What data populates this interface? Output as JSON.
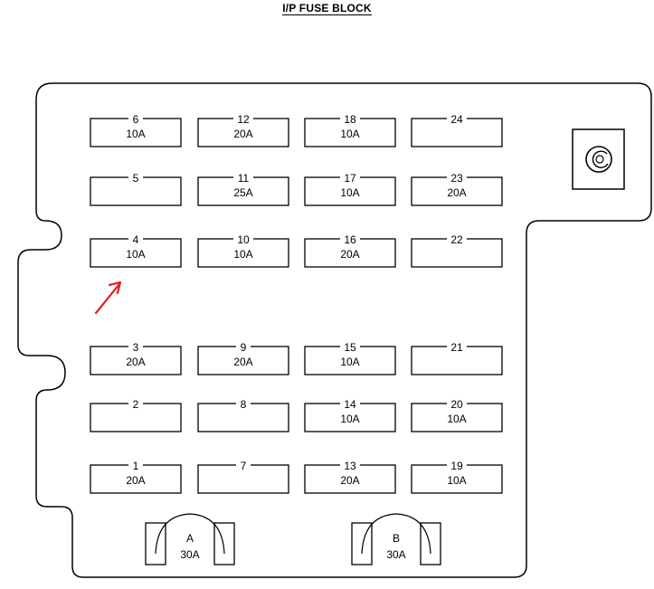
{
  "title": "I/P FUSE BLOCK",
  "fuses": [
    {
      "num": "6",
      "amp": "10A"
    },
    {
      "num": "5",
      "amp": ""
    },
    {
      "num": "4",
      "amp": "10A"
    },
    {
      "num": "3",
      "amp": "20A"
    },
    {
      "num": "2",
      "amp": ""
    },
    {
      "num": "1",
      "amp": "20A"
    },
    {
      "num": "12",
      "amp": "20A"
    },
    {
      "num": "11",
      "amp": "25A"
    },
    {
      "num": "10",
      "amp": "10A"
    },
    {
      "num": "9",
      "amp": "20A"
    },
    {
      "num": "8",
      "amp": ""
    },
    {
      "num": "7",
      "amp": ""
    },
    {
      "num": "18",
      "amp": "10A"
    },
    {
      "num": "17",
      "amp": "10A"
    },
    {
      "num": "16",
      "amp": "20A"
    },
    {
      "num": "15",
      "amp": "10A"
    },
    {
      "num": "14",
      "amp": "10A"
    },
    {
      "num": "13",
      "amp": "20A"
    },
    {
      "num": "24",
      "amp": ""
    },
    {
      "num": "23",
      "amp": "20A"
    },
    {
      "num": "22",
      "amp": ""
    },
    {
      "num": "21",
      "amp": ""
    },
    {
      "num": "20",
      "amp": "10A"
    },
    {
      "num": "19",
      "amp": "10A"
    }
  ],
  "breakers": [
    {
      "label": "A",
      "amp": "30A"
    },
    {
      "label": "B",
      "amp": "30A"
    }
  ],
  "colors": {
    "outline": "#000000",
    "arrow": "#e8201c",
    "background": "#ffffff"
  },
  "icons": {
    "connector": "connector-socket-icon",
    "pointer": "red-arrow-annotation-icon"
  }
}
